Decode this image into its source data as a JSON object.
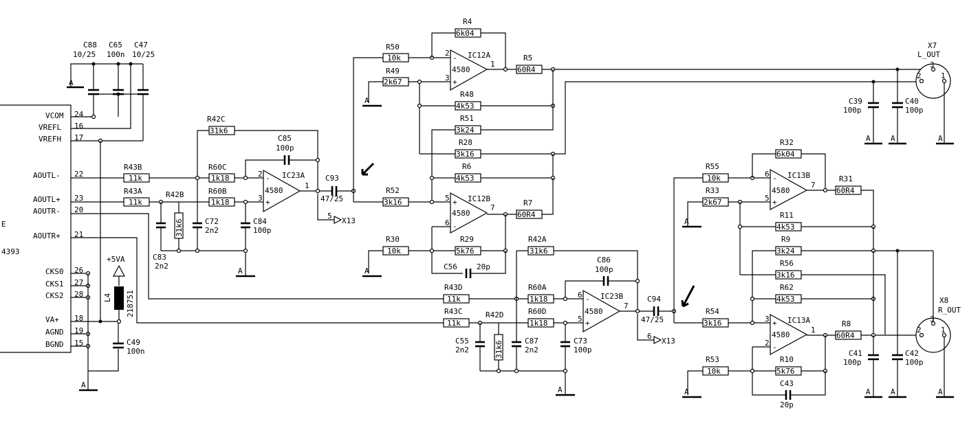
{
  "chip": {
    "partial_suffix": "E",
    "part": "4393",
    "pins": [
      {
        "name": "VCOM",
        "num": "24"
      },
      {
        "name": "VREFL",
        "num": "16"
      },
      {
        "name": "VREFH",
        "num": "17"
      },
      {
        "name": "AOUTL-",
        "num": "22"
      },
      {
        "name": "AOUTL+",
        "num": "23"
      },
      {
        "name": "AOUTR-",
        "num": "20"
      },
      {
        "name": "AOUTR+",
        "num": "21"
      },
      {
        "name": "CKS0",
        "num": "26"
      },
      {
        "name": "CKS1",
        "num": "27"
      },
      {
        "name": "CKS2",
        "num": "28"
      },
      {
        "name": "VA+",
        "num": "18"
      },
      {
        "name": "AGND",
        "num": "19"
      },
      {
        "name": "BGND",
        "num": "15"
      }
    ]
  },
  "supply_caps": [
    {
      "ref": "C88",
      "val": "10/25"
    },
    {
      "ref": "C65",
      "val": "100n"
    },
    {
      "ref": "C47",
      "val": "10/25"
    }
  ],
  "gnd_label": "A",
  "power": {
    "rail": "+5VA",
    "inductor_ref": "L4",
    "inductor_val": "218751",
    "cap_ref": "C49",
    "cap_val": "100n"
  },
  "parts": {
    "R42C": {
      "ref": "R42C",
      "val": "31k6"
    },
    "C85": {
      "ref": "C85",
      "val": "100p"
    },
    "R43B": {
      "ref": "R43B",
      "val": "11k"
    },
    "R60C": {
      "ref": "R60C",
      "val": "1k18"
    },
    "R43A": {
      "ref": "R43A",
      "val": "11k"
    },
    "R42B": {
      "ref": "R42B",
      "val": "31k6"
    },
    "R60B": {
      "ref": "R60B",
      "val": "1k18"
    },
    "C83": {
      "ref": "C83",
      "val": "2n2"
    },
    "C72": {
      "ref": "C72",
      "val": "2n2"
    },
    "C84": {
      "ref": "C84",
      "val": "100p"
    },
    "IC23A": {
      "ref": "IC23A",
      "val": "4580"
    },
    "C93": {
      "ref": "C93",
      "val": "47/25"
    },
    "R4": {
      "ref": "R4",
      "val": "6k04"
    },
    "R50": {
      "ref": "R50",
      "val": "10k"
    },
    "R49": {
      "ref": "R49",
      "val": "2k67"
    },
    "IC12A": {
      "ref": "IC12A",
      "val": "4580"
    },
    "R5": {
      "ref": "R5",
      "val": "60R4"
    },
    "R48": {
      "ref": "R48",
      "val": "4k53"
    },
    "R51": {
      "ref": "R51",
      "val": "3k24"
    },
    "R28": {
      "ref": "R28",
      "val": "3k16"
    },
    "R6": {
      "ref": "R6",
      "val": "4k53"
    },
    "R52": {
      "ref": "R52",
      "val": "3k16"
    },
    "IC12B": {
      "ref": "IC12B",
      "val": "4580"
    },
    "R7": {
      "ref": "R7",
      "val": "60R4"
    },
    "R30": {
      "ref": "R30",
      "val": "10k"
    },
    "R29": {
      "ref": "R29",
      "val": "5k76"
    },
    "C56": {
      "ref": "C56",
      "val": "20p"
    },
    "X7": {
      "ref": "X7",
      "val": "L_OUT"
    },
    "C39": {
      "ref": "C39",
      "val": "100p"
    },
    "C40": {
      "ref": "C40",
      "val": "100p"
    },
    "R42A": {
      "ref": "R42A",
      "val": "31k6"
    },
    "C86": {
      "ref": "C86",
      "val": "100p"
    },
    "R43D": {
      "ref": "R43D",
      "val": "11k"
    },
    "R60A": {
      "ref": "R60A",
      "val": "1k18"
    },
    "R43C": {
      "ref": "R43C",
      "val": "11k"
    },
    "R42D": {
      "ref": "R42D",
      "val": "31k6"
    },
    "R60D": {
      "ref": "R60D",
      "val": "1k18"
    },
    "C55": {
      "ref": "C55",
      "val": "2n2"
    },
    "C87": {
      "ref": "C87",
      "val": "2n2"
    },
    "C73": {
      "ref": "C73",
      "val": "100p"
    },
    "IC23B": {
      "ref": "IC23B",
      "val": "4580"
    },
    "C94": {
      "ref": "C94",
      "val": "47/25"
    },
    "R55": {
      "ref": "R55",
      "val": "10k"
    },
    "R33": {
      "ref": "R33",
      "val": "2k67"
    },
    "R32": {
      "ref": "R32",
      "val": "6k04"
    },
    "IC13B": {
      "ref": "IC13B",
      "val": "4580"
    },
    "R31": {
      "ref": "R31",
      "val": "60R4"
    },
    "R11": {
      "ref": "R11",
      "val": "4k53"
    },
    "R9": {
      "ref": "R9",
      "val": "3k24"
    },
    "R56": {
      "ref": "R56",
      "val": "3k16"
    },
    "R62": {
      "ref": "R62",
      "val": "4k53"
    },
    "R54": {
      "ref": "R54",
      "val": "3k16"
    },
    "IC13A": {
      "ref": "IC13A",
      "val": "4580"
    },
    "R8": {
      "ref": "R8",
      "val": "60R4"
    },
    "R53": {
      "ref": "R53",
      "val": "10k"
    },
    "R10": {
      "ref": "R10",
      "val": "5k76"
    },
    "C43": {
      "ref": "C43",
      "val": "20p"
    },
    "X8": {
      "ref": "X8",
      "val": "R_OUT"
    },
    "C41": {
      "ref": "C41",
      "val": "100p"
    },
    "C42": {
      "ref": "C42",
      "val": "100p"
    }
  },
  "pin_nums": {
    "ic23a_minus": "2",
    "ic23a_plus": "3",
    "ic23a_out": "1",
    "ic12a_minus": "2",
    "ic12a_plus": "3",
    "ic12a_out": "1",
    "ic12b_plus": "5",
    "ic12b_minus": "6",
    "ic12b_out": "7",
    "ic23b_minus": "6",
    "ic23b_plus": "5",
    "ic23b_out": "7",
    "ic13b_minus": "6",
    "ic13b_plus": "5",
    "ic13b_out": "7",
    "ic13a_plus": "3",
    "ic13a_minus": "2",
    "ic13a_out": "1",
    "x7_1": "1",
    "x7_2": "2",
    "x7_3": "3",
    "x8_1": "1",
    "x8_2": "2",
    "x8_3": "3",
    "x13_top": "5",
    "x13_bot": "6"
  },
  "ext": {
    "x13_top": "X13",
    "x13_bot": "X13"
  },
  "signs": {
    "minus": "-",
    "plus": "+"
  }
}
